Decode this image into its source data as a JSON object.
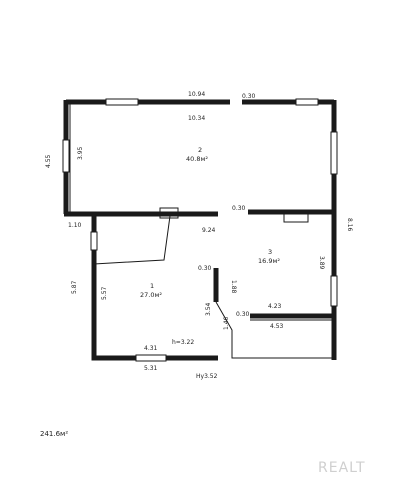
{
  "plan": {
    "dimensions": {
      "top_outer": "10.94",
      "top_inner": "10.34",
      "top_right_wall": "0.30",
      "left_outer": "4.55",
      "left_inner": "3.95",
      "mid_left": "1.10",
      "mid_inner": "0.30",
      "mid_right": "9.24",
      "right_outer": "8.16",
      "room3_height": "3.89",
      "room3_width": "4.23",
      "room3_outer_width": "4.53",
      "lower_right_wall": "0.30",
      "room1_left_outer": "5.87",
      "room1_left_inner": "5.57",
      "room1_bottom_inner": "4.31",
      "room1_bottom_outer": "5.31",
      "room1_wall_thickness": "0.30",
      "partition_height": "1.88",
      "partition_inner": "3.54",
      "step_width": "1.46",
      "ceiling_height_1": "h=3.22",
      "ceiling_height_2": "Hy3.52"
    },
    "rooms": [
      {
        "number": "1",
        "area": "27.0м²"
      },
      {
        "number": "2",
        "area": "40.8м²"
      },
      {
        "number": "3",
        "area": "16.9м²"
      }
    ],
    "total_area": "241.6м²",
    "watermark": "REALT"
  }
}
